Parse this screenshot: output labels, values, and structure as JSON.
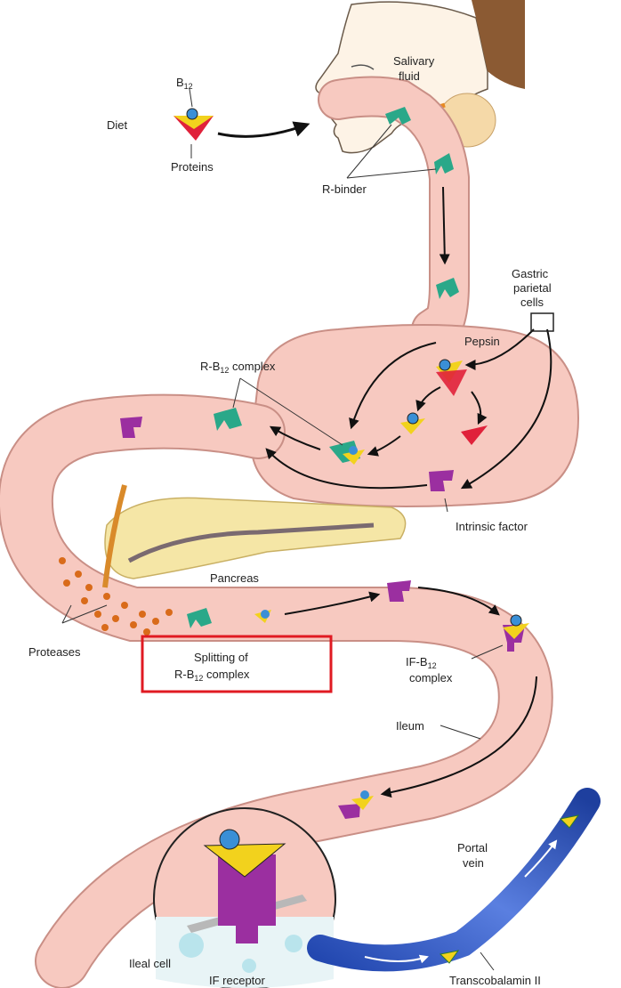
{
  "labels": {
    "b12": "B",
    "b12_sub": "12",
    "diet": "Diet",
    "proteins": "Proteins",
    "salivary_fluid_1": "Salivary",
    "salivary_fluid_2": "fluid",
    "r_binder": "R-binder",
    "gastric_1": "Gastric",
    "gastric_2": "parietal",
    "gastric_3": "cells",
    "pepsin": "Pepsin",
    "r_b12_complex_prefix": "R-B",
    "r_b12_complex_sub": "12",
    "r_b12_complex_suffix": " complex",
    "intrinsic_factor": "Intrinsic factor",
    "pancreas": "Pancreas",
    "proteases": "Proteases",
    "splitting_1": "Splitting of",
    "splitting_2_prefix": "R-B",
    "splitting_2_sub": "12",
    "splitting_2_suffix": " complex",
    "if_b12_prefix": "IF-B",
    "if_b12_sub": "12",
    "if_b12_line2": "complex",
    "ileum": "Ileum",
    "portal_1": "Portal",
    "portal_2": "vein",
    "ileal_cell": "Ileal cell",
    "if_receptor": "IF receptor",
    "transcobalamin": "Transcobalamin II"
  },
  "colors": {
    "gut_fill": "#f7c9c0",
    "gut_stroke": "#c98f86",
    "r_binder": "#2aa889",
    "intrinsic_factor": "#9b2fa0",
    "b12": "#3a8fd6",
    "protein_yellow": "#f2d21d",
    "pepsin_red": "#e0213a",
    "pancreas": "#f5e6a6",
    "protease": "#d96b1a",
    "vein": "#2f56c4",
    "highlight_box": "#e01a22"
  }
}
